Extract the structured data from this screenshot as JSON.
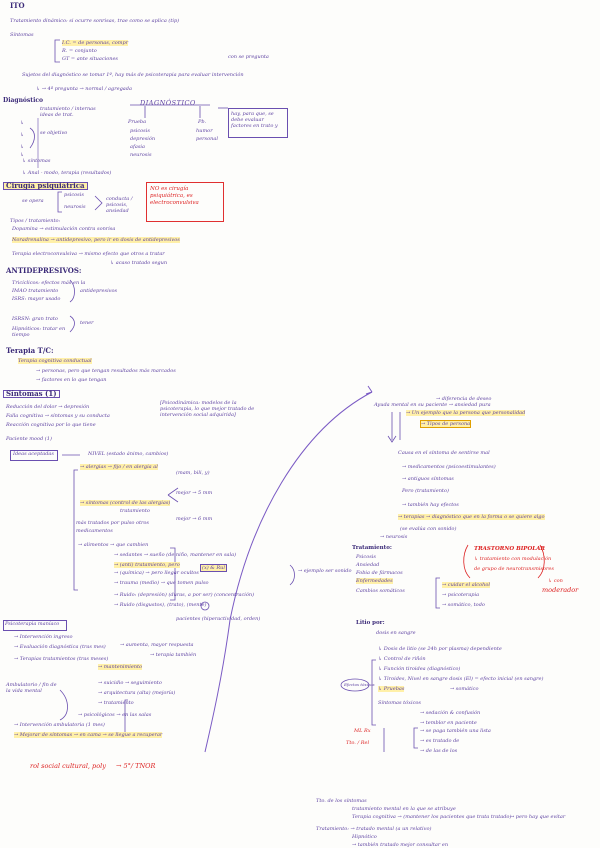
{
  "notes": {
    "top_title": "ITO",
    "l_top_1": "Tratamiento dinámico: si ocurre sonrisas, trae como se aplica (tip)",
    "l_top_2": "Síntomas",
    "l_top_3": "I.C. = de personas, compr",
    "l_top_4": "R. = conjunto",
    "l_top_5": "GT = ante situaciones",
    "l_top_6": "Sujetos del diagnóstico se tomar 1º, hay más de psicoterapia para evaluar intervención",
    "l_top_7": "↳ → 4ª pregunta → normal / agregada",
    "l_top_side": "con se pregunta",
    "diag_title": "Diagnóstico",
    "diag_sub": "tratamiento / internas",
    "diag_sub2": "ideas de trat.",
    "diag_left": "se objetivo",
    "diag_lines": [
      "↳",
      "↳",
      "↳",
      "↳"
    ],
    "diag_bottom": "↳ síntomas",
    "diag_bottom2": "↳ Anal - modo, terapia (resultados)",
    "center_title": "DIAGNÓSTICO",
    "center_left": "Prueba",
    "center_left_items": [
      "psicosis",
      "depresión",
      "afasia",
      "neurosis"
    ],
    "center_mid": "Pb.",
    "center_mid_items": [
      "humor",
      "personal"
    ],
    "right_box": "hay, para que, se debe evaluar factores en trato y",
    "cirug_title": "Cirugía psiquiátrica",
    "cirug_left": "se opera",
    "cirug_items": [
      "psicosis",
      "neurosis"
    ],
    "cirug_right": "conducta / psicosis, ansiedad",
    "redbox_text": "NO es cirugía psiquiátrica, es electroconvulsiva",
    "tipos": "Tipos / tratamiento:",
    "tipos_1": "Dopamina → estimulación contra sonrisa",
    "tipos_2": "Noradrenalina → antidepresivo, pero ir en dosis de antidepresivos",
    "tipos_3": "Terapia electroconvulsiva → mismo efecto que otros a tratar",
    "tipos_4": "↳ acaso tratado segun",
    "ant_title": "ANTIDEPRESIVOS:",
    "ant_1": "Tricíclicos: efectos más en la",
    "ant_2": "IMAO tratamiento",
    "ant_3": "ISRS: mayor usado",
    "ant_right": "antidepresivos",
    "ant_4": "ISRSN: gran trato",
    "ant_5": "Hipnóticos: tratar en tiempo",
    "ant_right2": "tener",
    "ter_title": "Terapia T/C:",
    "ter_1": "Terapia cognitiva conductual",
    "ter_2": "→ personas, pero que tengan resultados más marcados",
    "ter_3": "→ factores en lo que tengan",
    "sim_title": "Síntomas (1)",
    "sim_1": "Reducción del dolor → depresión",
    "sim_2": "Falla cognitiva → síntomas y su conducta",
    "sim_3": "Reacción cognitiva por lo que tiene",
    "sim_right": "[Psicodinámica: modelos de la psicoterapia, lo que mejor tratado de intervención social adquirida]",
    "sim_4": "Paciente mood (1)",
    "mood_box": "Ideas aceptadas",
    "mood_right": "NIVEL (estado ánimo, cambios)",
    "mood_a": "→ alergias → fijo / en alergia al",
    "mood_a2": "(mam, bili, y)",
    "mood_b": "→ síntomas (control de las alergias)",
    "mood_b2": "tratamiento",
    "mood_b3": "más tratados por pulso otros",
    "mood_b4": "medicamentos",
    "mood_c": "→ alimentos → que cambien",
    "mood_r1": "mejor → 5 mm",
    "mood_r2": "mejor → 6 mm",
    "ali_1": "→ sedantes → sueño (de niño, mantener en sala)",
    "ali_2": "→ (anti) tratamiento, pero",
    "ali_3": "→ (química) → pero llegar ocultos",
    "ali_4": "→ trauma (medio) → que tomen pulso",
    "ali_5": "→ Ruido: (depresión) (duras, a por ser) (concentración)",
    "ali_6": "→ Ruido (disgustos), (trato), (mente)",
    "ali_7": "pacientes (hiperactividad, orden)",
    "ali_far": "→ ejemplo ser sonido",
    "ali_box": "(x) & Rul",
    "pm_title": "Psicoterapia maníaco",
    "pm_1": "→ Intervención ingreso",
    "pm_2": "→ Evaluación diagnóstica (tras mes)",
    "pm_2b": "→ aumenta, mayor respuesta",
    "pm_3": "→ Terapias tratamientos (tras meses)",
    "pm_3b": "→ mantenimiento",
    "pm_3c": "→ terapia también",
    "pm_4": "→ suicidio → seguimiento",
    "pm_5": "→ arquitectura (alta) (mejoría)",
    "pm_6": "→ tratamiento",
    "pm_7": "→ psicológicos → en las salas",
    "pm_8": "→ Intervención ambulatoria (1 mes)",
    "pm_9": "→ Mejorar de síntomas → en cama → se llegue a recuperar",
    "pm_left": "Ambulatorio / fin de la vida mental",
    "bottom_red": "rol social cultural, poly",
    "bottom_red2": "→ 5°/ TNOR",
    "rt_1": "Ayuda mental en su paciente → ansiedad pura",
    "rt_1b": "→ diferencia de deseo",
    "rt_2": "→ Un ejemplo que la persona que personalidad",
    "rt_3": "→ Tipos de persona",
    "rt_4": "Causa en el síntoma de sentirse mal",
    "rt_5": "→ medicamentos (psicoestimulantes)",
    "rt_6": "→ antiguos síntomas",
    "rt_7": "Pero (tratamiento)",
    "rt_8": "→ también hay efectos",
    "rt_9": "→ terapias → diagnóstico que en la forma o se quiere algo",
    "rt_10": "(se evalúa con sonido)",
    "rt_11": "→ neurosis",
    "tb_title": "Tratamiento:",
    "tb_1": "Psicosis",
    "tb_2": "Ansiedad",
    "tb_3": "Fobia de fármacos",
    "tb_4": "Enfermedades",
    "tb_5": "Cambios somáticos",
    "tb_6": "→ cuidar el alcohol",
    "tb_7": "→ psicoterapia",
    "tb_8": "→ somático, todo",
    "redt_1": "TRASTORNO BIPOLAR",
    "redt_2": "↳ tratamiento con modulación",
    "redt_3": "de grupo de neurotransmisores",
    "redt_4": "↳ con",
    "redt_5": "moderador",
    "lp_title": "Litio por:",
    "lp_1": "dosis en sangre",
    "lp_2": "↳ Dosis de litio (se 24h por plasma) dependiente",
    "lp_3": "↳ Control de riñón",
    "lp_4": "↳ Función tiroidea (diagnóstico)",
    "lp_5": "↳ Tiroides, Nivel en sangre dosis (El) = efecto inicial (en sangre)",
    "lp_6": "↳ Pruebas",
    "lp_7": "→ somático",
    "lp_8": "Síntomas tóxicos",
    "lp_9": "→ sedación & confusión",
    "lp_10": "→ temblor en paciente",
    "lp_circle": "Efectos tóxicos",
    "rx_title": "ML Rx",
    "rx_1": "Tto. / Rel",
    "rx_2": "→ se paga también una lista",
    "rx_3": "→ es tratado de",
    "rx_4": "→ de las de los",
    "bot_1": "Tto. de los síntomas",
    "bot_2": "tratamiento mental en la que se atribuye",
    "bot_3": "Terapia cognitiva → (mantener los pacientes que trata tratado)",
    "bot_4": "→ pero hay que evitar",
    "bot_5": "Tratamiento: → tratado mental (a un relativo)",
    "bot_6": "Hipnótico",
    "bot_7": "→ también tratado mejor consultar en"
  }
}
